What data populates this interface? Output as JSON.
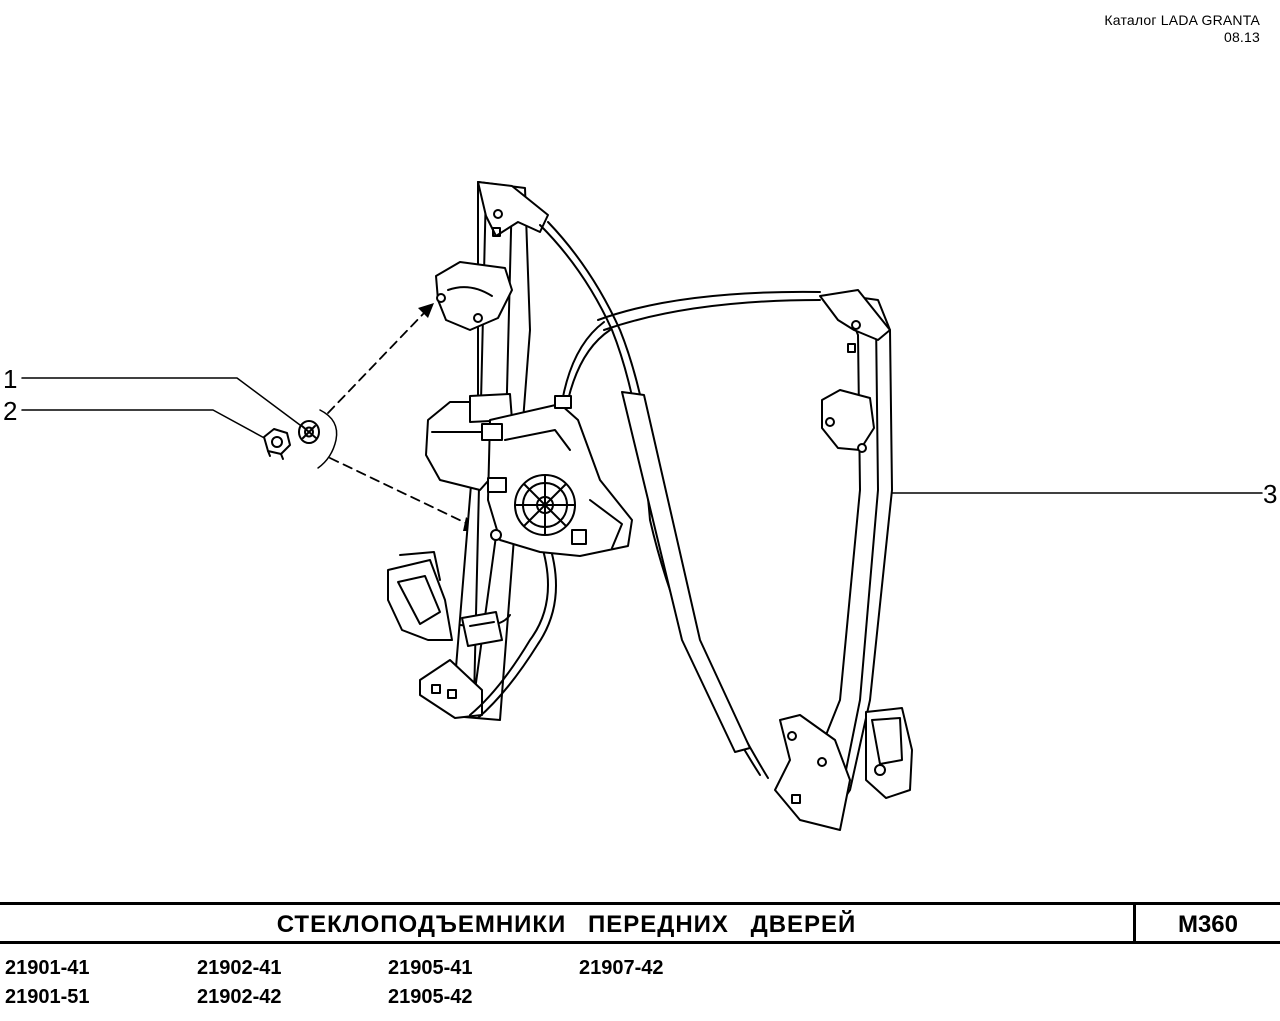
{
  "header": {
    "catalog": "Каталог  LADA  GRANTA",
    "date": "08.13"
  },
  "callouts": [
    "1",
    "2",
    "3"
  ],
  "title_block": {
    "title": "СТЕКЛОПОДЪЕМНИКИ   ПЕРЕДНИХ   ДВЕРЕЙ",
    "page_code": "М360"
  },
  "models": {
    "col1": [
      "21901-41",
      "21901-51"
    ],
    "col2": [
      "21902-41",
      "21902-42"
    ],
    "col3": [
      "21905-41",
      "21905-42"
    ],
    "col4": [
      "21907-42"
    ]
  }
}
